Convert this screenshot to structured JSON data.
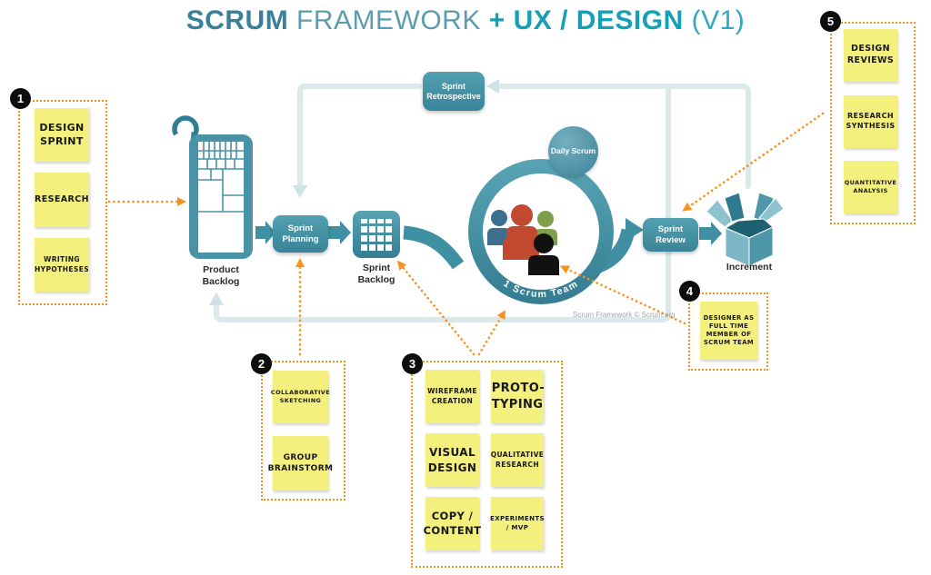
{
  "title": {
    "segments": [
      {
        "text": "SCRUM "
      },
      {
        "text": "FRAMEWORK "
      },
      {
        "text": "+ "
      },
      {
        "text": "UX / DESIGN "
      },
      {
        "text": "(V1)"
      }
    ]
  },
  "flow": {
    "product_backlog": "Product Backlog",
    "sprint_planning": "Sprint Planning",
    "sprint_backlog": "Sprint Backlog",
    "sprint_retrospective": "Sprint Retrospective",
    "daily_scrum": "Daily Scrum",
    "scrum_team": "1 Scrum Team",
    "sprint_review": "Sprint Review",
    "increment": "Increment",
    "attribution": "Scrum Framework © Scrum.org"
  },
  "groups": [
    {
      "number": "1",
      "notes": [
        "DESIGN SPRINT",
        "RESEARCH",
        "WRITING HYPOTHESES"
      ]
    },
    {
      "number": "2",
      "notes": [
        "COLLABORATIVE SKETCHING",
        "GROUP BRAINSTORM"
      ]
    },
    {
      "number": "3",
      "notes": [
        "WIREFRAME CREATION",
        "PROTO-TYPING",
        "VISUAL DESIGN",
        "QUALITATIVE RESEARCH",
        "COPY / CONTENT",
        "EXPERIMENTS / MVP"
      ]
    },
    {
      "number": "4",
      "notes": [
        "DESIGNER AS FULL TIME MEMBER OF SCRUM TEAM"
      ]
    },
    {
      "number": "5",
      "notes": [
        "DESIGN REVIEWS",
        "RESEARCH SYNTHESIS",
        "QUANTITATIVE ANALYSIS"
      ]
    }
  ],
  "icons": {
    "refresh": "refresh-circular-arrow",
    "product_backlog": "treemap-board",
    "sprint_backlog": "grid-board",
    "scrum_team": "people-group",
    "increment": "open-box"
  },
  "colors": {
    "teal_dark": "#39809a",
    "teal_bright": "#16a0b5",
    "box_teal": "#4a92a5",
    "pale_line": "#dce9ea",
    "orange": "#f6921e",
    "sticky_yellow": "#f3f07e",
    "badge_black": "#0d0d0d",
    "person_blue": "#3e6f8e",
    "person_red": "#c0492f",
    "person_green": "#7fa04a",
    "person_black": "#111111"
  }
}
